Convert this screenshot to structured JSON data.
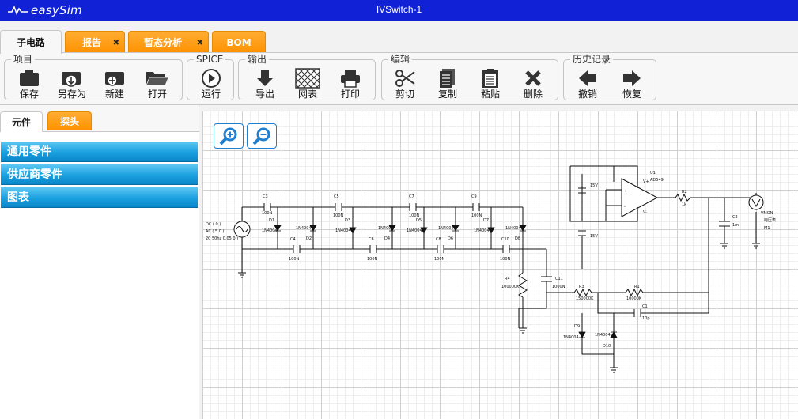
{
  "app": {
    "logo_text": "easySim",
    "title": "IVSwitch-1"
  },
  "tabs": [
    {
      "label": "子电路",
      "active": true,
      "closable": false
    },
    {
      "label": "报告",
      "active": false,
      "closable": true
    },
    {
      "label": "暂态分析",
      "active": false,
      "closable": true
    },
    {
      "label": "BOM",
      "active": false,
      "closable": false
    }
  ],
  "tab_close_glyph": "✖",
  "toolbar": {
    "project": {
      "label": "项目",
      "save": "保存",
      "save_as": "另存为",
      "new": "新建",
      "open": "打开"
    },
    "spice": {
      "label": "SPICE",
      "run": "运行"
    },
    "export": {
      "label": "输出",
      "export": "导出",
      "netlist": "网表",
      "print": "打印"
    },
    "edit": {
      "label": "编辑",
      "cut": "剪切",
      "copy": "复制",
      "paste": "粘贴",
      "delete": "删除"
    },
    "history": {
      "label": "历史记录",
      "undo": "撤销",
      "redo": "恢复"
    }
  },
  "left_panel": {
    "tabs": [
      "元件",
      "探头"
    ],
    "categories": [
      "通用零件",
      "供应商零件",
      "图表"
    ]
  },
  "schematic": {
    "source": {
      "dc": "DC ( 0 )",
      "ac": "AC ( 5 0 )",
      "tran": "20 50hz 0.05 0 )"
    },
    "caps_top": [
      "C3",
      "C5",
      "C7",
      "C9"
    ],
    "caps_top_val": "100N",
    "caps_bottom": [
      "C4",
      "C6",
      "C8",
      "C10"
    ],
    "caps_bottom_val": "100N",
    "diode_model": "1N4004",
    "diodes": [
      "D1",
      "D2",
      "D3",
      "D4",
      "D5",
      "D6",
      "D7",
      "D8"
    ],
    "r4": {
      "name": "R4",
      "value": "100000K"
    },
    "c11": {
      "name": "C11",
      "value": "1000N"
    },
    "r3": {
      "name": "R3",
      "value": "150000K"
    },
    "r1": {
      "name": "R1",
      "value": "10000K"
    },
    "c1": {
      "name": "C1",
      "value": "10p"
    },
    "d9": "D9",
    "d10": "D10",
    "u1": {
      "name": "U1",
      "model": "AD549"
    },
    "supply": "15V",
    "r2": {
      "name": "R2",
      "value": "1k"
    },
    "c2": {
      "name": "C2",
      "value": "1m"
    },
    "meter": {
      "type": "VMON",
      "label": "电压表",
      "name": "M1"
    },
    "opamp_pins": {
      "vp": "V+",
      "vm": "V-",
      "plus": "+",
      "minus": "-"
    }
  },
  "colors": {
    "title_bar": "#1122d6",
    "tab_orange": "#ff9800",
    "category_blue": "#1aa0e0",
    "zoom_blue": "#1f7fd0"
  }
}
